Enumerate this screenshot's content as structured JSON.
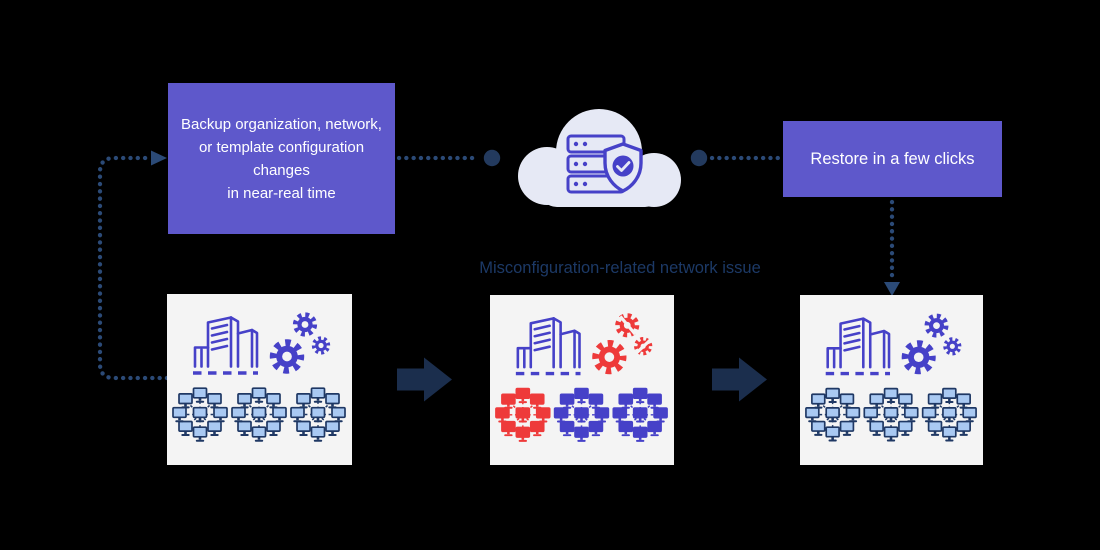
{
  "colors": {
    "purple": "#5e58cb",
    "indigo": "#4641c8",
    "red": "#ee3a3a",
    "dots": "#2b4a77",
    "navy_dark": "#233a5e",
    "arrow": "#1b2e4d",
    "cloud_fill": "#e6e9f5",
    "panel_bg": "#f4f4f4",
    "monitor_fill": "#a9c9f2",
    "monitor_frame": "#1f3864",
    "caption_text": "#1c3966",
    "text_white": "#ffffff",
    "background": "#000000"
  },
  "flow": {
    "backup_box": {
      "label": "Backup organization, network,\nor template configuration\nchanges\nin near-real time"
    },
    "restore_box": {
      "label": "Restore in a few clicks"
    },
    "caption": {
      "label": "Misconfiguration-related network issue"
    }
  },
  "cloud": {
    "icons": [
      "cloud-icon",
      "server-stack-icon",
      "shield-check-icon"
    ]
  },
  "panels": [
    {
      "name": "source-network",
      "state": "healthy",
      "icons": [
        "organization-building-icon",
        "gears-icon",
        "network-star-icon",
        "network-star-icon",
        "network-star-icon"
      ]
    },
    {
      "name": "misconfigured-network",
      "state": "misconfigured",
      "icons": [
        "organization-building-icon",
        "broken-gears-icon",
        "network-star-icon-affected",
        "network-star-icon",
        "network-star-icon"
      ]
    },
    {
      "name": "restored-network",
      "state": "restored",
      "icons": [
        "organization-building-icon",
        "gears-icon",
        "network-star-icon",
        "network-star-icon",
        "network-star-icon"
      ]
    }
  ],
  "connectors": {
    "names": [
      "backup-loop-connector",
      "backup-to-cloud-connector",
      "cloud-to-restore-connector",
      "restore-to-panel-connector",
      "arrow-right-icon",
      "arrow-right-icon"
    ]
  }
}
